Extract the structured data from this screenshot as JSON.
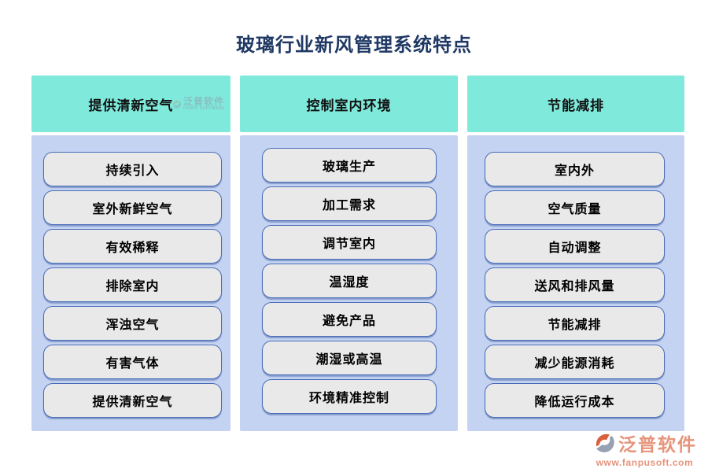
{
  "page": {
    "title": "玻璃行业新风管理系统特点"
  },
  "columns": [
    {
      "header": "提供清新空气",
      "items": [
        "持续引入",
        "室外新鲜空气",
        "有效稀释",
        "排除室内",
        "浑浊空气",
        "有害气体",
        "提供清新空气"
      ]
    },
    {
      "header": "控制室内环境",
      "items": [
        "玻璃生产",
        "加工需求",
        "调节室内",
        "温湿度",
        "避免产品",
        "潮湿或高温",
        "环境精准控制"
      ]
    },
    {
      "header": "节能减排",
      "items": [
        "室内外",
        "空气质量",
        "自动调整",
        "送风和排风量",
        "节能减排",
        "减少能源消耗",
        "降低运行成本"
      ]
    }
  ],
  "watermark": {
    "text": "泛普软件",
    "subtext": "FANPU SOFTWARE"
  },
  "footer_logo": {
    "name": "泛普软件",
    "url": "www.fanpusoft.com"
  },
  "colors": {
    "title_text": "#1F3864",
    "header_bg": "#7FE9DB",
    "panel_bg": "#C5D3F3",
    "item_bg": "#E9E9EA",
    "item_border": "#4B6DB5",
    "item_text": "#000000",
    "header_text": "#111111",
    "logo_orange": "#D9603C",
    "logo_gray": "#97A1B3",
    "brand_text": "#E6947B",
    "watermark_text": "#8FA0AC"
  }
}
